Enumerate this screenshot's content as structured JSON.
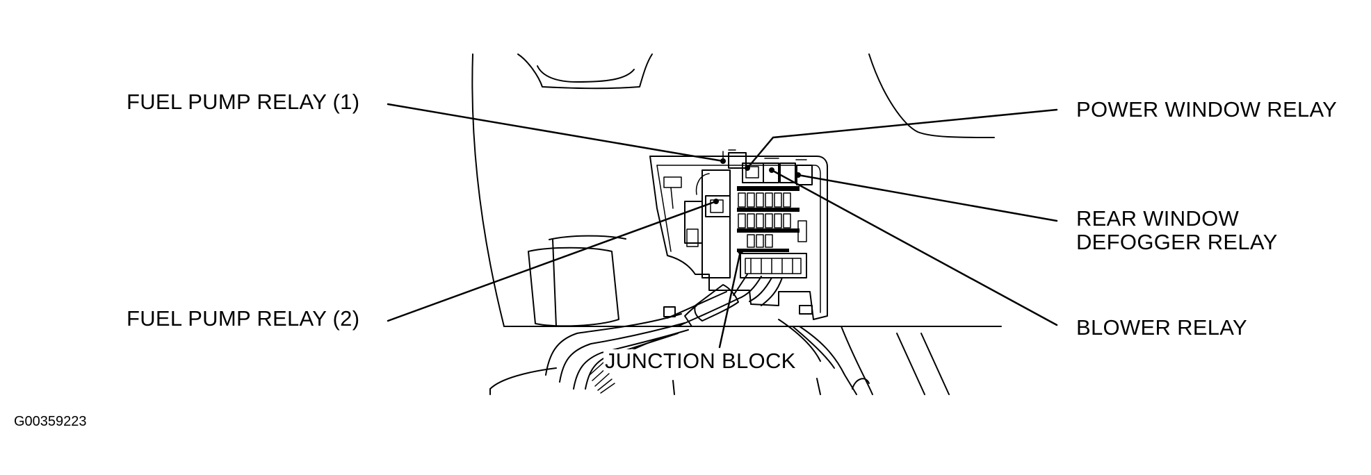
{
  "labels": {
    "fuel_pump_relay_1": "FUEL PUMP RELAY (1)",
    "fuel_pump_relay_2": "FUEL PUMP RELAY (2)",
    "power_window_relay": "POWER WINDOW RELAY",
    "rear_window_line1": "REAR WINDOW",
    "rear_window_line2": "DEFOGGER RELAY",
    "blower_relay": "BLOWER RELAY",
    "junction_block": "JUNCTION BLOCK"
  },
  "figure_id": "G00359223"
}
